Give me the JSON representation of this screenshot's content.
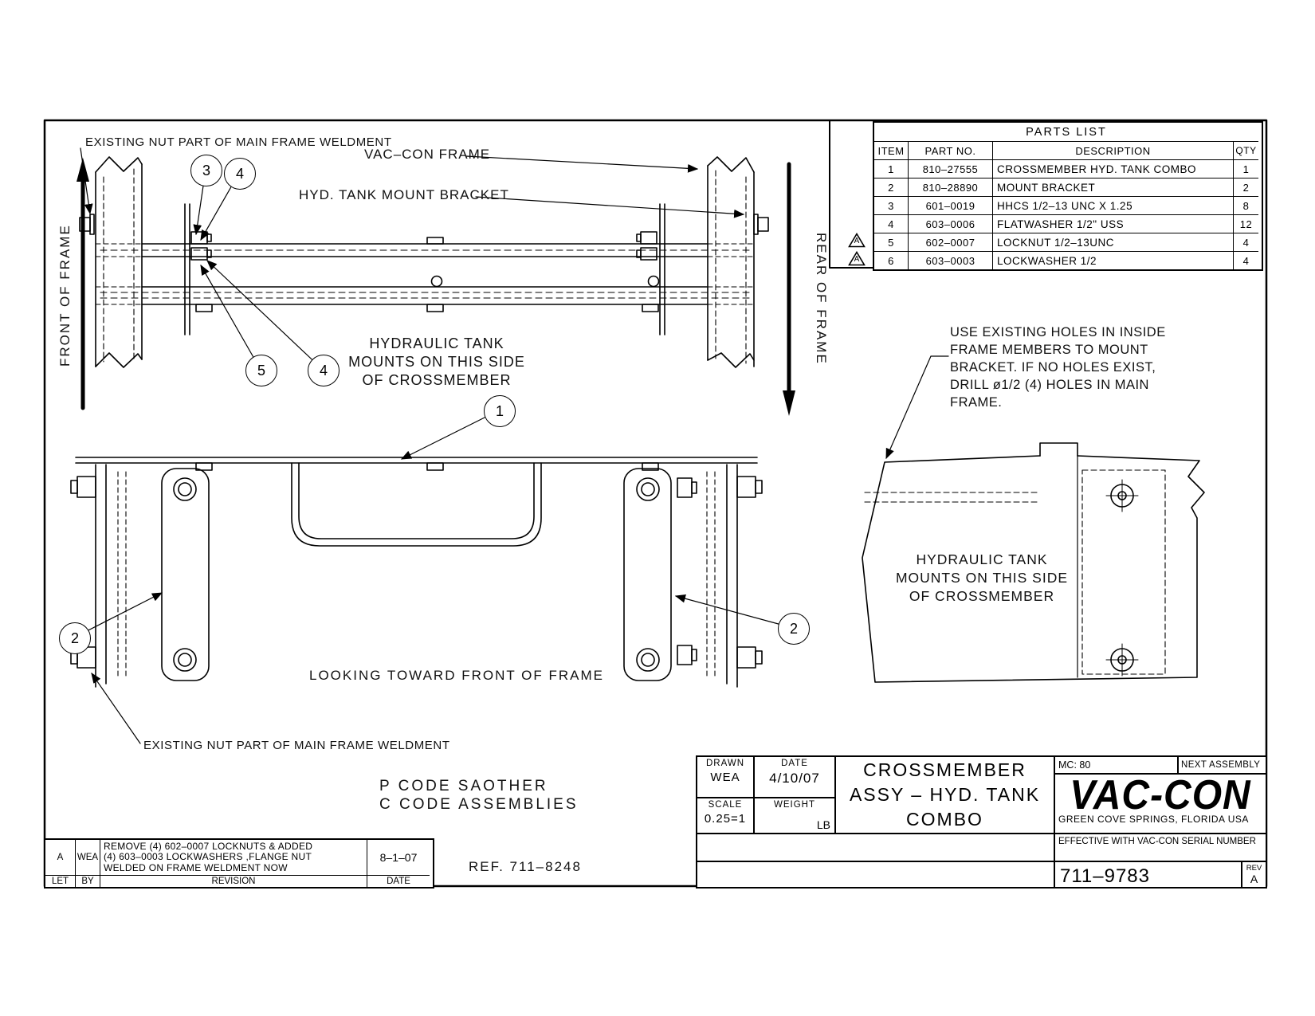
{
  "labels": {
    "existing_nut_top": "EXISTING NUT PART OF MAIN FRAME WELDMENT",
    "existing_nut_bottom": "EXISTING NUT PART OF MAIN FRAME WELDMENT",
    "vac_con_frame": "VAC–CON FRAME",
    "hyd_tank_mount_bracket": "HYD. TANK MOUNT BRACKET",
    "front_of_frame": "FRONT OF FRAME",
    "rear_of_frame": "REAR OF FRAME",
    "looking_toward_front": "LOOKING TOWARD FRONT OF FRAME",
    "p_code": "P CODE SAOTHER",
    "c_code": "C CODE ASSEMBLIES",
    "ref": "REF. 711–8248",
    "hyd_tank_note_top": [
      "HYDRAULIC TANK",
      "MOUNTS ON THIS SIDE",
      "OF CROSSMEMBER"
    ],
    "hyd_tank_note_side": [
      "HYDRAULIC TANK",
      "MOUNTS ON THIS SIDE",
      "OF CROSSMEMBER"
    ],
    "mounting_note": [
      "USE EXISTING HOLES IN INSIDE",
      "FRAME MEMBERS TO MOUNT",
      "BRACKET. IF NO HOLES EXIST,",
      "DRILL ø1/2 (4) HOLES IN MAIN",
      "FRAME."
    ]
  },
  "balloons": [
    "3",
    "4",
    "5",
    "4",
    "1",
    "2",
    "2"
  ],
  "parts_list": {
    "title": "PARTS LIST",
    "headers": {
      "item": "ITEM",
      "part_no": "PART NO.",
      "description": "DESCRIPTION",
      "qty": "QTY"
    },
    "rows": [
      {
        "item": "1",
        "part_no": "810–27555",
        "description": "CROSSMEMBER HYD. TANK COMBO",
        "qty": "1",
        "flag": ""
      },
      {
        "item": "2",
        "part_no": "810–28890",
        "description": "MOUNT BRACKET",
        "qty": "2",
        "flag": ""
      },
      {
        "item": "3",
        "part_no": "601–0019",
        "description": "HHCS 1/2–13 UNC X 1.25",
        "qty": "8",
        "flag": ""
      },
      {
        "item": "4",
        "part_no": "603–0006",
        "description": "FLATWASHER 1/2\" USS",
        "qty": "12",
        "flag": ""
      },
      {
        "item": "5",
        "part_no": "602–0007",
        "description": "LOCKNUT 1/2–13UNC",
        "qty": "4",
        "flag": "A"
      },
      {
        "item": "6",
        "part_no": "603–0003",
        "description": "LOCKWASHER 1/2",
        "qty": "4",
        "flag": "A"
      }
    ]
  },
  "revision_block": {
    "headers": {
      "let": "LET",
      "by": "BY",
      "revision": "REVISION",
      "date": "DATE"
    },
    "row": {
      "let": "A",
      "by": "WEA",
      "lines": [
        "REMOVE (4) 602–0007 LOCKNUTS & ADDED",
        "(4) 603–0003 LOCKWASHERS ,FLANGE NUT",
        "WELDED ON FRAME WELDMENT NOW"
      ],
      "date": "8–1–07"
    }
  },
  "title_block": {
    "drawn_label": "DRAWN",
    "drawn_value": "WEA",
    "date_label": "DATE",
    "date_value": "4/10/07",
    "scale_label": "SCALE",
    "scale_value": "0.25=1",
    "weight_label": "WEIGHT",
    "weight_value": "LB",
    "title_lines": [
      "CROSSMEMBER",
      "ASSY – HYD. TANK",
      "COMBO"
    ],
    "mc": "MC: 80",
    "next_assembly": "NEXT ASSEMBLY",
    "logo": "VAC-CON",
    "logo_subtitle": "GREEN COVE SPRINGS, FLORIDA USA",
    "effective": "EFFECTIVE WITH VAC-CON SERIAL NUMBER",
    "drawing_number": "711–9783",
    "rev_label": "REV",
    "rev_value": "A"
  }
}
